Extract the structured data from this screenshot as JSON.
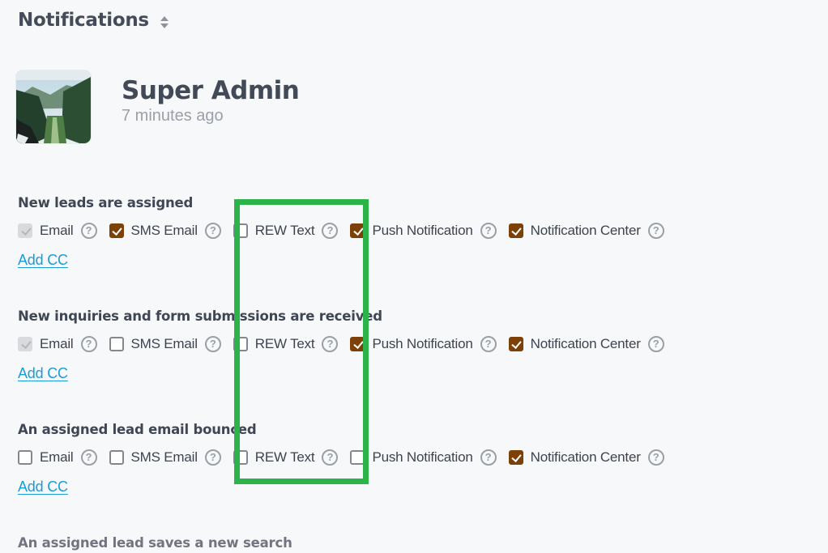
{
  "page": {
    "title": "Notifications"
  },
  "profile": {
    "name": "Super Admin",
    "time_ago": "7 minutes ago"
  },
  "glyphs": {
    "help": "?"
  },
  "icons": {
    "title_sorter": "up-down-carets",
    "help": "question-mark-circle",
    "avatar": "mountain-valley-photo"
  },
  "colors": {
    "highlight_green": "#2cb34a",
    "checkbox_checked_brown": "#7d4108",
    "checkbox_disabled_grey": "#d8dadd",
    "link_blue": "#199cd8",
    "heading_text": "#3f4654",
    "muted_text": "#9aa0a8",
    "page_background": "#f7f8f9"
  },
  "sections": [
    {
      "title": "New leads are assigned",
      "add_cc_label": "Add CC",
      "options": [
        {
          "label": "Email",
          "state": "checked-disabled"
        },
        {
          "label": "SMS Email",
          "state": "checked"
        },
        {
          "label": "REW Text",
          "state": "unchecked"
        },
        {
          "label": "Push Notification",
          "state": "checked"
        },
        {
          "label": "Notification Center",
          "state": "checked"
        }
      ]
    },
    {
      "title": "New inquiries and form submissions are received",
      "add_cc_label": "Add CC",
      "options": [
        {
          "label": "Email",
          "state": "checked-disabled"
        },
        {
          "label": "SMS Email",
          "state": "unchecked"
        },
        {
          "label": "REW Text",
          "state": "unchecked"
        },
        {
          "label": "Push Notification",
          "state": "checked"
        },
        {
          "label": "Notification Center",
          "state": "checked"
        }
      ]
    },
    {
      "title": "An assigned lead email bounced",
      "add_cc_label": "Add CC",
      "options": [
        {
          "label": "Email",
          "state": "unchecked"
        },
        {
          "label": "SMS Email",
          "state": "unchecked"
        },
        {
          "label": "REW Text",
          "state": "unchecked"
        },
        {
          "label": "Push Notification",
          "state": "unchecked"
        },
        {
          "label": "Notification Center",
          "state": "checked"
        }
      ]
    }
  ],
  "next_section": {
    "title": "An assigned lead saves a new search"
  }
}
